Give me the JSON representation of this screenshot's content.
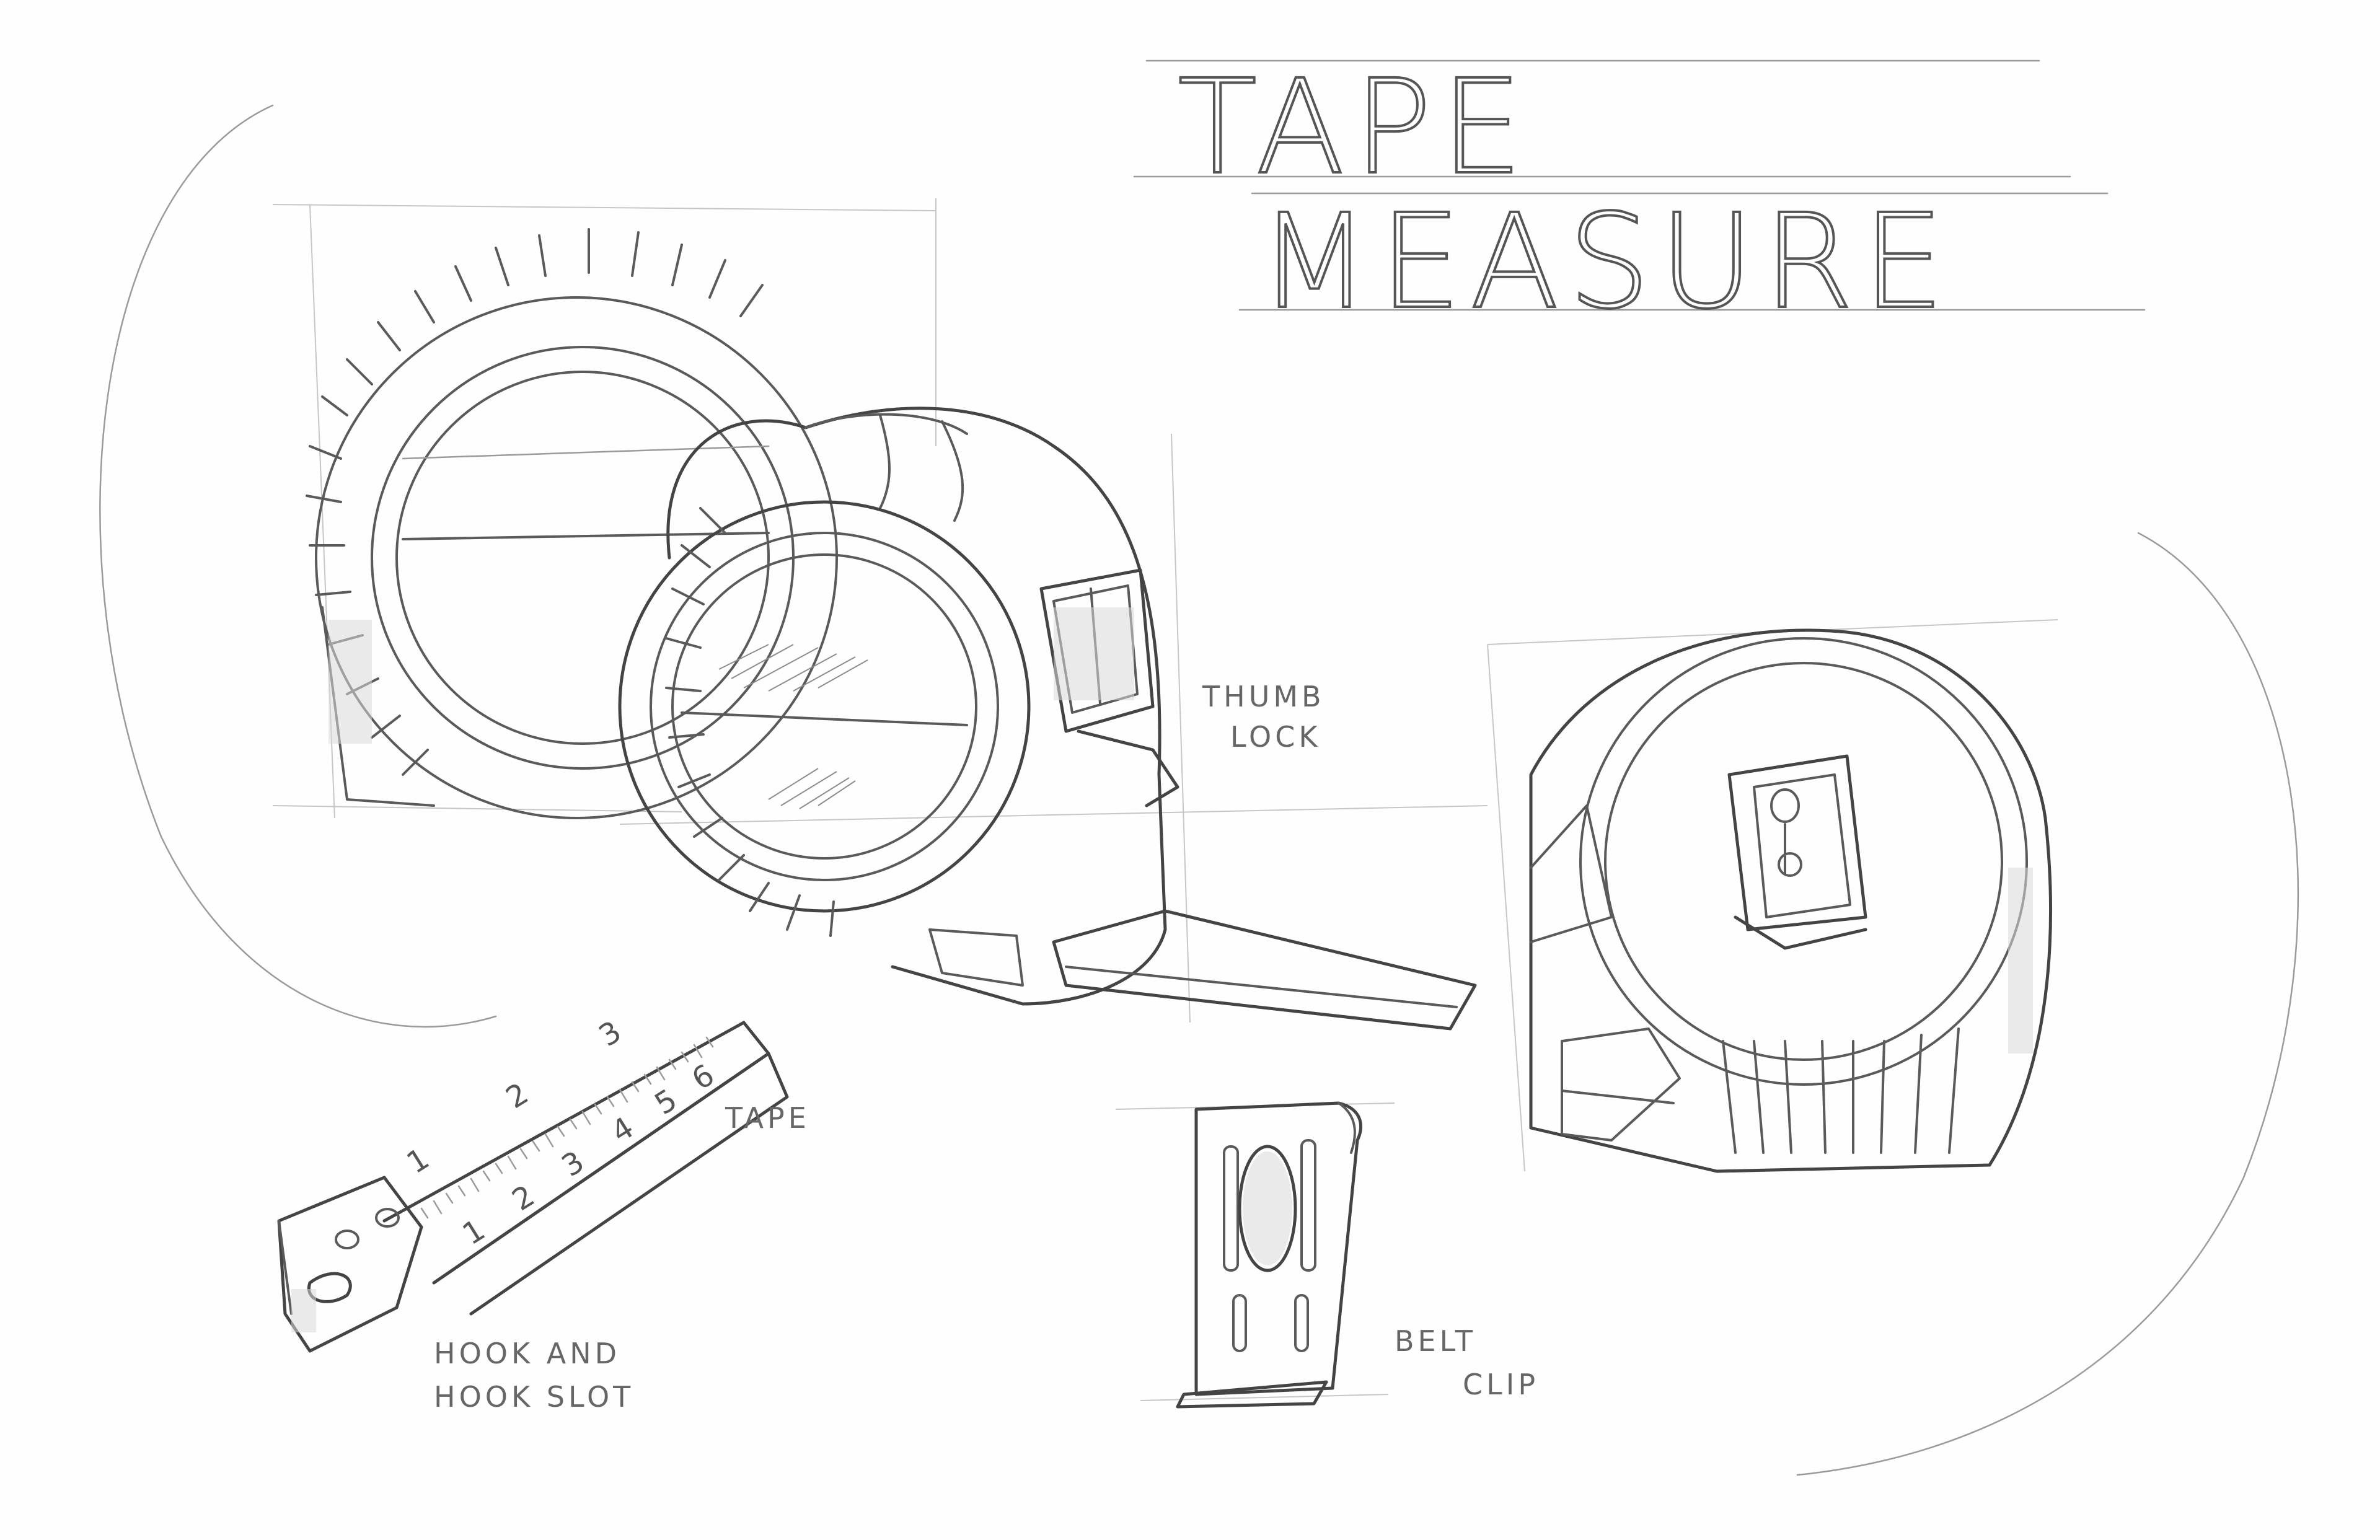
{
  "title": {
    "line1": "TAPE",
    "line2": "MEASURE"
  },
  "labels": {
    "thumb_lock_1": "THUMB",
    "thumb_lock_2": "LOCK",
    "tape": "TAPE",
    "hook_1": "HOOK AND",
    "hook_2": "HOOK SLOT",
    "belt_1": "BELT",
    "belt_2": "CLIP"
  },
  "tape_numbers": {
    "top_row": [
      "1",
      "2",
      "3"
    ],
    "bottom_row": [
      "1",
      "2",
      "3",
      "4",
      "5",
      "6"
    ]
  }
}
